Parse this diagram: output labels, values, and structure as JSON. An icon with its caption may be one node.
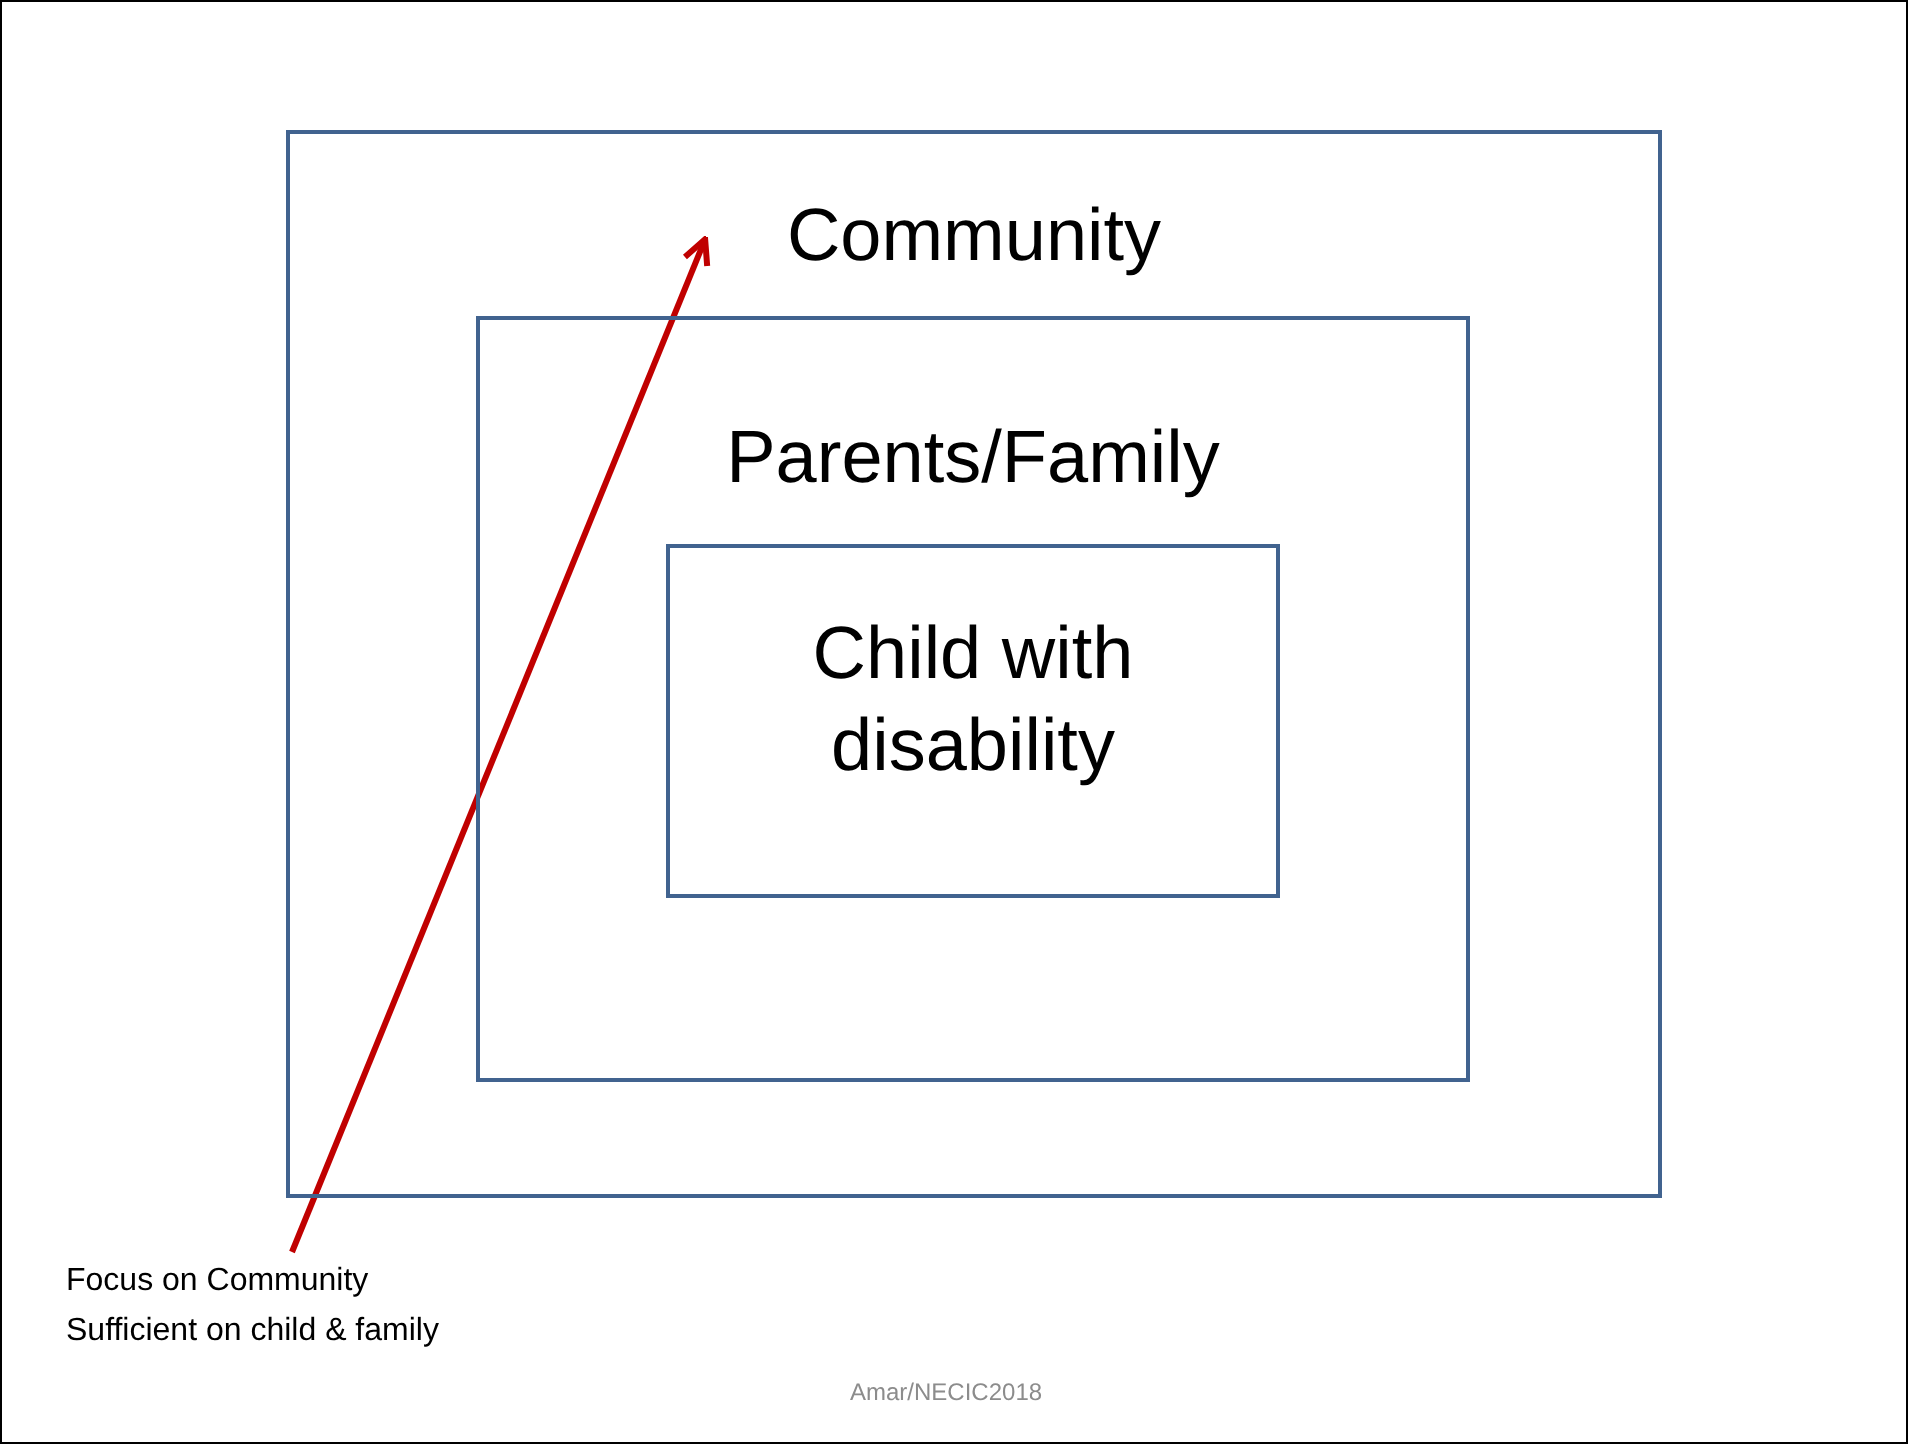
{
  "diagram": {
    "nodes": [
      {
        "text": [
          "Community"
        ]
      },
      {
        "text": [
          "Parents/Family"
        ],
        "in": 0
      },
      {
        "text": [
          "Child with disability"
        ],
        "in": 1
      },
      {
        "text": [
          "Focus on Community Sufficient on child & family"
        ]
      }
    ],
    "edges": [
      {
        "from": 3,
        "to": 0,
        "arrow": "to",
        "color": "#c00000"
      }
    ],
    "labels": [
      "Amar/NECIC2018"
    ]
  }
}
